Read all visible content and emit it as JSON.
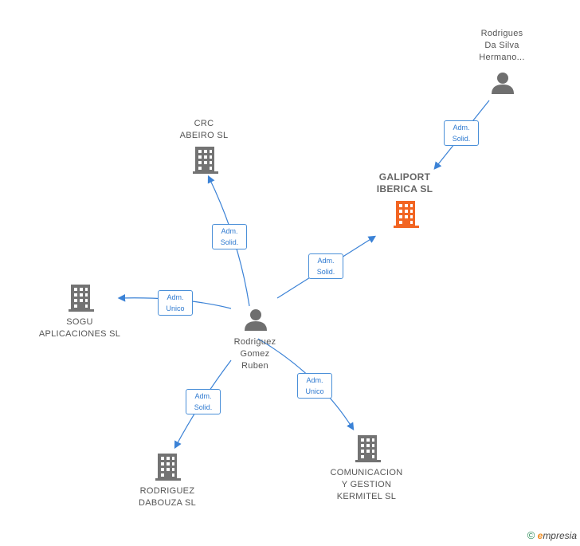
{
  "nodes": {
    "rodrigues_da_silva": {
      "label": "Rodrigues\nDa Silva\nHermano..."
    },
    "crc_abeiro": {
      "label": "CRC\nABEIRO  SL"
    },
    "galiport": {
      "label": "GALIPORT\nIBERICA  SL"
    },
    "sogu": {
      "label": "SOGU\nAPLICACIONES SL"
    },
    "rodriguez_gomez": {
      "label": "Rodriguez\nGomez\nRuben"
    },
    "rodriguez_dabouza": {
      "label": "RODRIGUEZ\nDABOUZA SL"
    },
    "comunicacion": {
      "label": "COMUNICACION\nY GESTION\nKERMITEL  SL"
    }
  },
  "edges": {
    "rodrigues_to_galiport": "Adm.\nSolid.",
    "rodriguez_to_crc": "Adm.\nSolid.",
    "rodriguez_to_galiport": "Adm.\nSolid.",
    "rodriguez_to_sogu": "Adm.\nUnico",
    "rodriguez_to_dabouza": "Adm.\nSolid.",
    "rodriguez_to_comunicacion": "Adm.\nUnico"
  },
  "footer": {
    "copyright": "©",
    "brand_initial": "e",
    "brand_rest": "mpresia"
  },
  "colors": {
    "edge": "#3b82d6",
    "building": "#737373",
    "highlight_building": "#f26522",
    "person": "#6f6f6f"
  }
}
